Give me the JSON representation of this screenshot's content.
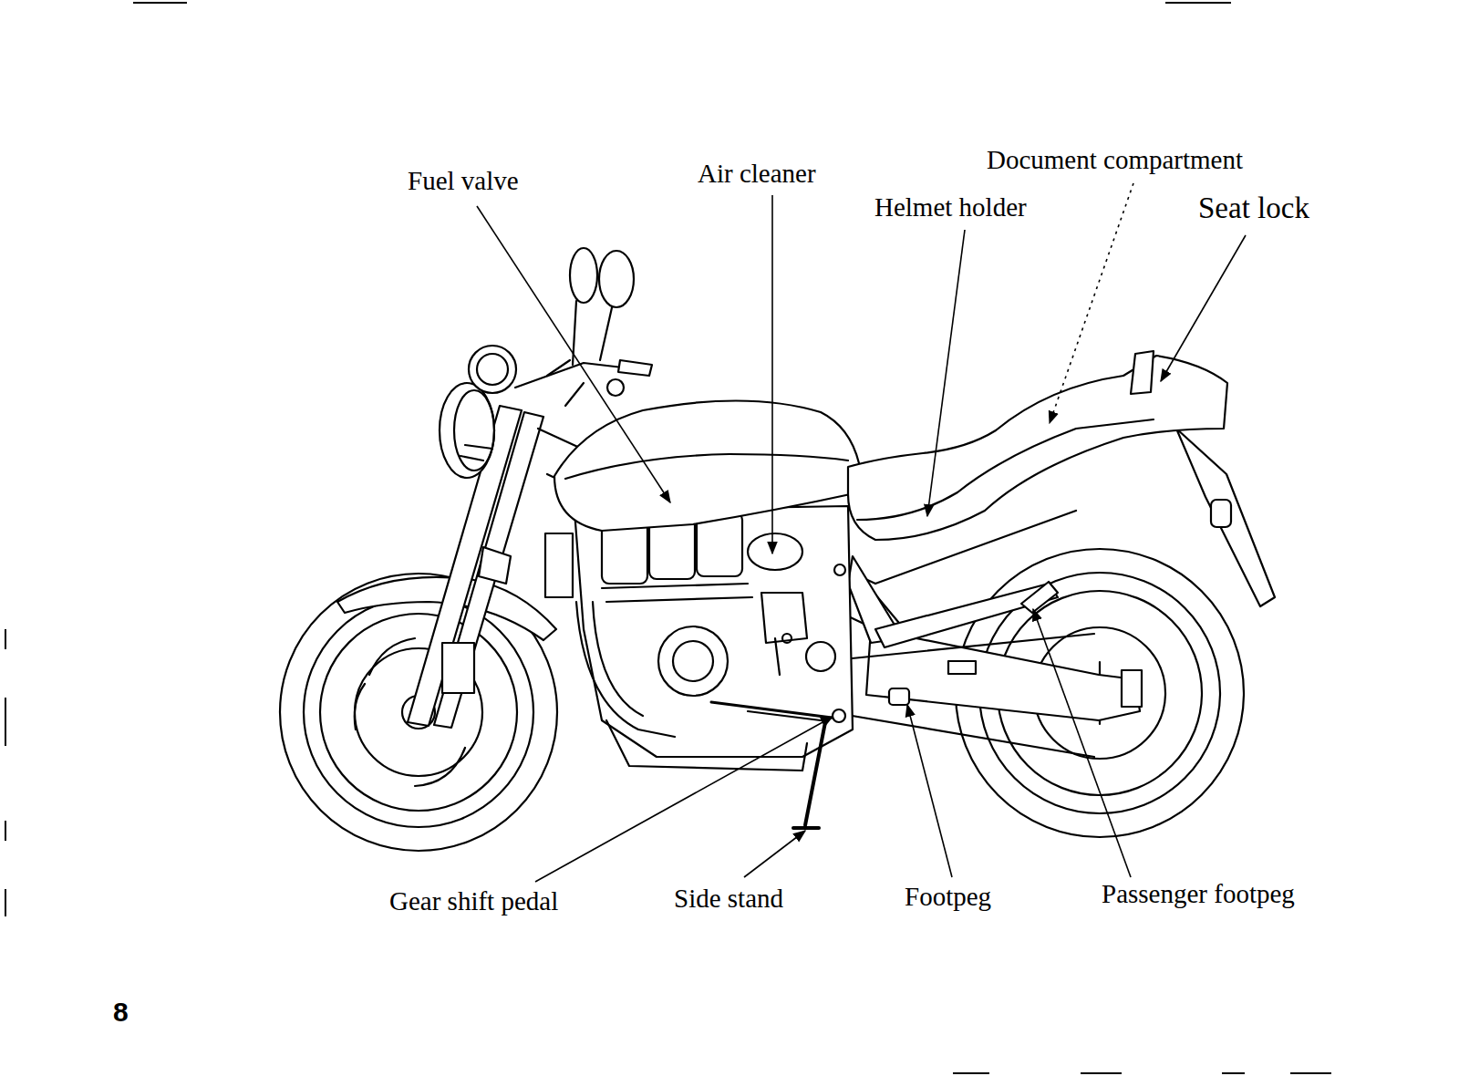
{
  "diagram": {
    "labels": [
      "Fuel valve",
      "Air cleaner",
      "Document compartment",
      "Helmet holder",
      "Seat lock",
      "Gear shift pedal",
      "Side stand",
      "Footpeg",
      "Passenger footpeg",
      "8"
    ]
  }
}
